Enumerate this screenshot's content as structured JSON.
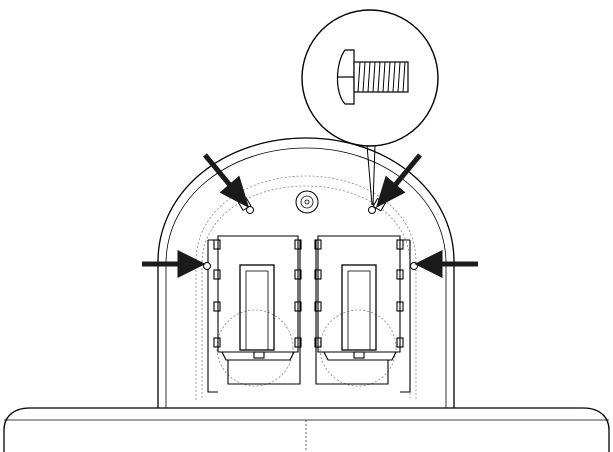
{
  "figure": {
    "line_color": "#000000",
    "background": "#ffffff",
    "guide_line_color": "#888888",
    "arrow_color": "#1a1a1a"
  },
  "callout": {
    "subject": "screw",
    "icon": "screw-icon"
  },
  "arrows": [
    {
      "name": "arrow-top-left",
      "points_to": "screw-top-left"
    },
    {
      "name": "arrow-top-right",
      "points_to": "screw-top-right"
    },
    {
      "name": "arrow-side-left",
      "points_to": "screw-side-left"
    },
    {
      "name": "arrow-side-right",
      "points_to": "screw-side-right"
    }
  ],
  "screw_count": 4
}
